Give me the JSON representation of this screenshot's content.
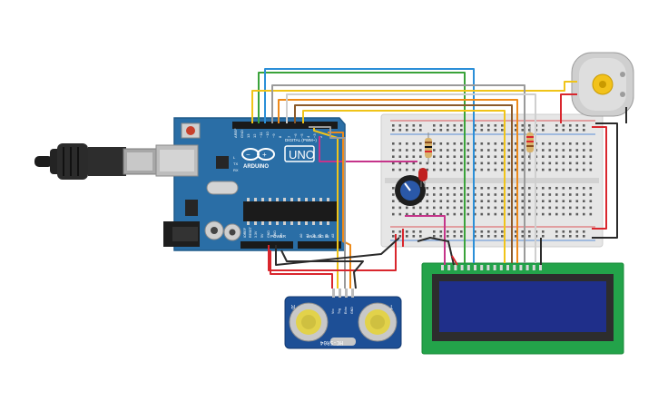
{
  "arduino": {
    "brand": "ARDUINO",
    "model": "UNO",
    "digital_label": "DIGITAL (PWM~)",
    "power_label": "POWER",
    "analog_label": "ANALOG IN",
    "aref": "AREF",
    "gnd": "GND",
    "pin13": "13",
    "pin12": "12",
    "pin11": "~11",
    "pin10": "~10",
    "pin9": "~9",
    "pin8": "8",
    "pin7": "7",
    "pin6": "~6",
    "pin5": "~5",
    "pin4": "4",
    "pin3": "~3",
    "pin2": "2",
    "led_l": "L",
    "led_tx": "TX",
    "led_rx": "RX",
    "ioref": "IOREF",
    "reset": "RESET",
    "v33": "3.3V",
    "v5": "5V",
    "gnd1": "GND",
    "gnd2": "GND",
    "vin": "Vin",
    "a0": "A0",
    "a1": "A1",
    "a2": "A2",
    "a3": "A3",
    "a4": "A4",
    "a5": "A5"
  },
  "sensor": {
    "model": "HC-SR04",
    "left_mark": "R",
    "right_mark": "T",
    "pin_vcc": "Vcc",
    "pin_trig": "Trig",
    "pin_echo": "Echo",
    "pin_gnd": "GND"
  },
  "colors": {
    "arduino_board": "#2a6ea6",
    "breadboard": "#e6e6e6",
    "lcd_pcb": "#23a34a",
    "lcd_screen": "#1f2f8a",
    "sensor_pcb": "#1d4f96",
    "wire_red": "#d9262d",
    "wire_black": "#2b2b2b",
    "wire_green": "#3aa33a",
    "wire_blue": "#2b8fd8",
    "wire_yellow": "#f0c419",
    "wire_orange": "#ee8a1a",
    "wire_magenta": "#c5348a",
    "wire_gray": "#9a9a9a",
    "wire_brown": "#8a5a2b",
    "wire_white": "#d8d8d8"
  },
  "icons": [
    "usb-cable-icon",
    "motor-icon",
    "potentiometer-icon",
    "led-icon",
    "resistor-icon"
  ]
}
